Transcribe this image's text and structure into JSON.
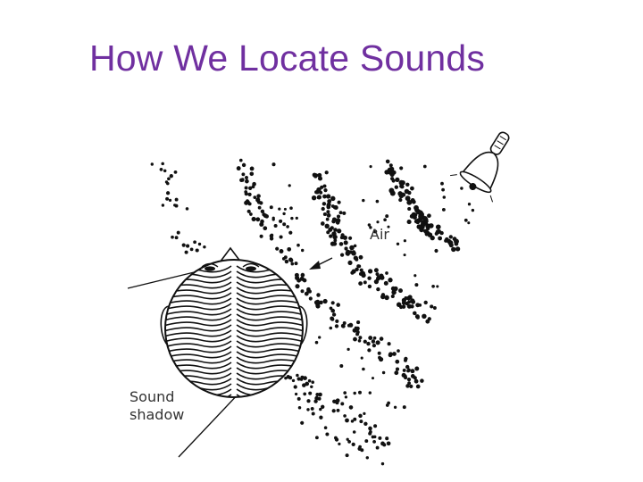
{
  "slide": {
    "title": "How We Locate Sounds"
  },
  "diagram": {
    "labels": {
      "air": "Air",
      "sound_shadow_line1": "Sound",
      "sound_shadow_line2": "shadow"
    }
  },
  "colors": {
    "title": "#7030a0",
    "ink": "#111111",
    "label": "#333333"
  },
  "icons": [
    "bell-icon",
    "head-top-view",
    "ear-icon",
    "eye-icon",
    "arrow-icon"
  ]
}
